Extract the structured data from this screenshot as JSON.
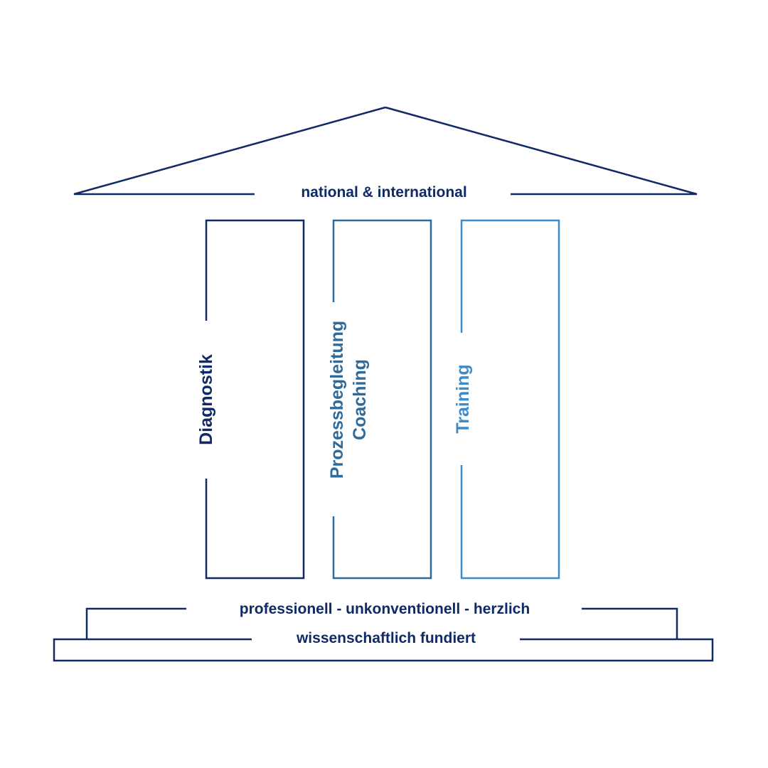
{
  "colors": {
    "dark_blue": "#0f2a66",
    "mid_blue": "#2d6b9c",
    "light_blue": "#3d8cc9",
    "background": "#ffffff"
  },
  "roof": {
    "label": "national & international"
  },
  "pillars": [
    {
      "lines": [
        "Diagnostik"
      ]
    },
    {
      "lines": [
        "Prozessbegleitung",
        "Coaching"
      ]
    },
    {
      "lines": [
        "Training"
      ]
    }
  ],
  "steps": {
    "upper_label": "professionell - unkonventionell - herzlich",
    "lower_label": "wissenschaftlich fundiert"
  }
}
